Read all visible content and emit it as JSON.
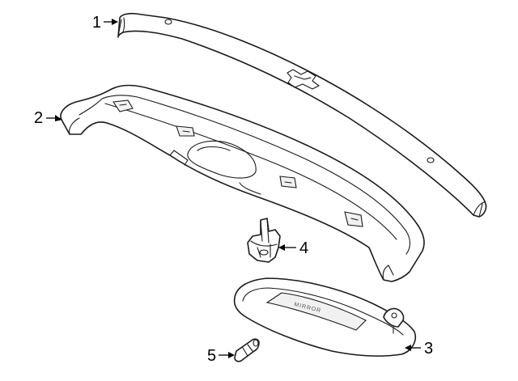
{
  "callouts": [
    {
      "number": "1"
    },
    {
      "number": "2"
    },
    {
      "number": "3"
    },
    {
      "number": "4"
    },
    {
      "number": "5"
    }
  ],
  "visor_mirror_text": "MIRROR",
  "colors": {
    "line": "#1a1a1a",
    "background": "#ffffff"
  }
}
